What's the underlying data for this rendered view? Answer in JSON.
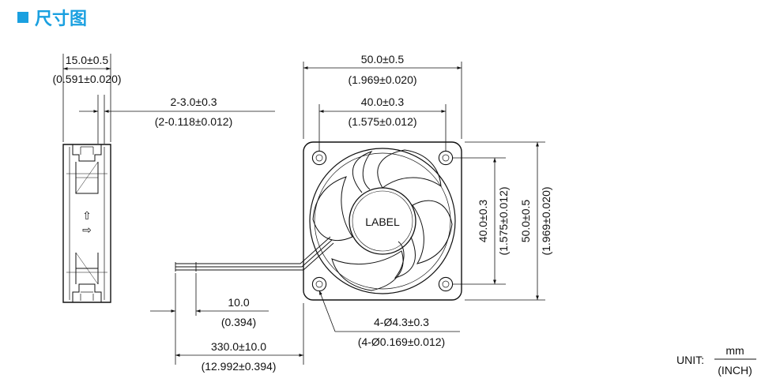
{
  "header": {
    "title": "尺寸图",
    "accent_color": "#1aa0e0"
  },
  "dimensions": {
    "side_width_mm": "15.0±0.5",
    "side_width_in": "(0.591±0.020)",
    "lead_offset_mm": "2-3.0±0.3",
    "lead_offset_in": "(2-0.118±0.012)",
    "width_mm": "50.0±0.5",
    "width_in": "(1.969±0.020)",
    "hole_pitch_mm": "40.0±0.3",
    "hole_pitch_in": "(1.575±0.012)",
    "height_hole_pitch_mm": "40.0±0.3",
    "height_hole_pitch_in": "(1.575±0.012)",
    "height_mm": "50.0±0.5",
    "height_in": "(1.969±0.020)",
    "strip_mm": "10.0",
    "strip_in": "(0.394)",
    "hole_dia_mm": "4-Ø4.3±0.3",
    "hole_dia_in": "(4-Ø0.169±0.012)",
    "lead_length_mm": "330.0±10.0",
    "lead_length_in": "(12.992±0.394)"
  },
  "hub_label": "LABEL",
  "unit": {
    "label": "UNIT:",
    "numerator": "mm",
    "denominator": "(INCH)"
  },
  "arrows": {
    "up": "⇧",
    "right": "⇨"
  }
}
